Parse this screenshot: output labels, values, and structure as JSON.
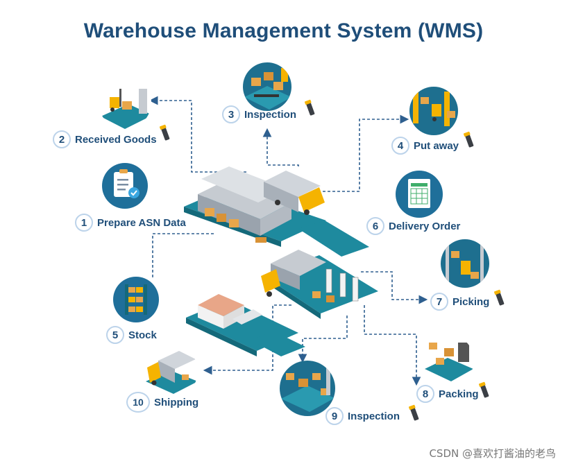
{
  "title": "Warehouse Management System (WMS)",
  "steps": [
    {
      "num": "1",
      "label": "Prepare ASN Data"
    },
    {
      "num": "2",
      "label": "Received Goods"
    },
    {
      "num": "3",
      "label": "Inspection"
    },
    {
      "num": "4",
      "label": "Put away"
    },
    {
      "num": "5",
      "label": "Stock"
    },
    {
      "num": "6",
      "label": "Delivery Order"
    },
    {
      "num": "7",
      "label": "Picking"
    },
    {
      "num": "8",
      "label": "Packing"
    },
    {
      "num": "9",
      "label": "Inspection"
    },
    {
      "num": "10",
      "label": "Shipping"
    }
  ],
  "watermark": "CSDN @喜欢打酱油的老鸟",
  "colors": {
    "title": "#1f4e79",
    "teal": "#1e8a9e",
    "teal_dark": "#14697a",
    "arrow": "#2e5f8f",
    "truck": "#f5b301",
    "box": "#e8a64a"
  }
}
